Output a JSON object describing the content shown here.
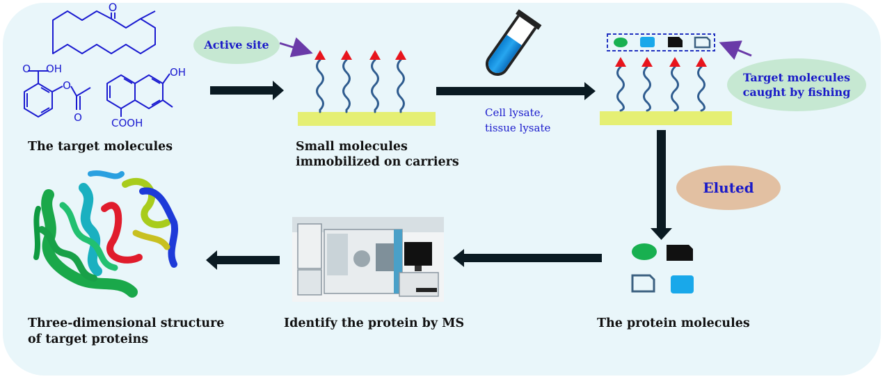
{
  "labels": {
    "target_molecules": "The target molecules",
    "small_molecules_1": "Small molecules",
    "small_molecules_2": "immobilized on carriers",
    "active_site": "Active site",
    "lysate_1": "Cell lysate,",
    "lysate_2": "tissue lysate",
    "caught_1": "Target molecules",
    "caught_2": "caught by fishing",
    "eluted": "Eluted",
    "protein_molecules": "The protein molecules",
    "identify": "Identify the protein by MS",
    "structure_1": "Three-dimensional structure",
    "structure_2": "of target proteins"
  },
  "chem": {
    "o_ketone": "O",
    "oh_acid": "OH",
    "o_ester": "O",
    "o_carbonyl": "O",
    "oh_naph": "OH",
    "cooh": "COOH"
  },
  "colors": {
    "background": "#e9f6fa",
    "arrow": "#0a1a22",
    "carrier": "#e5ef73",
    "triangle": "#e8141c",
    "wavy": "#2f5c8f",
    "ellipse_green": "#c6e8d2",
    "ellipse_tan": "#e2c0a2",
    "accent_purple": "#6a3aa8",
    "protein_green": "#18b050",
    "protein_black": "#111111",
    "protein_blue": "#19a8ea",
    "protein_outline": "#3b6080",
    "structure_blue": "#0000ff"
  },
  "icons": [
    "test-tube-icon",
    "mass-spectrometer-icon",
    "protein-ribbon-icon"
  ]
}
